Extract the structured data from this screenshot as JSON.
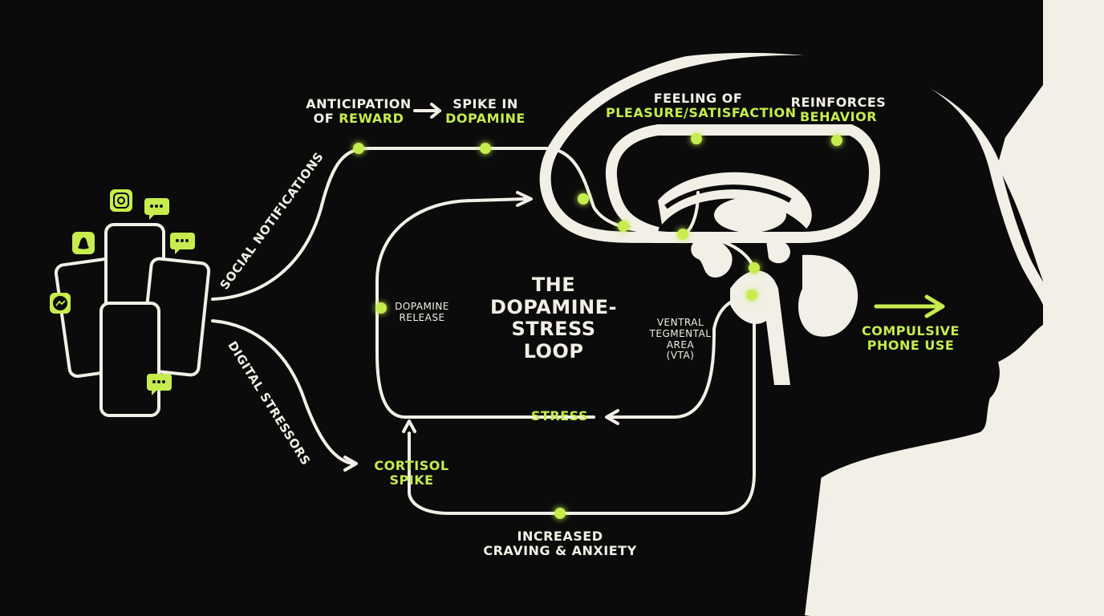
{
  "colors": {
    "background": "#0b0b0b",
    "line": "#f2efe6",
    "accent": "#c6ec4e"
  },
  "title": {
    "line1": "THE",
    "line2": "DOPAMINE-STRESS",
    "line3": "LOOP"
  },
  "paths": {
    "top": "SOCIAL NOTIFICATIONS",
    "bottom": "DIGITAL STRESSORS"
  },
  "nodes": {
    "anticipation": {
      "line1": "ANTICIPATION",
      "line2_prefix": "OF",
      "line2_accent": "REWARD"
    },
    "spike": {
      "line1": "SPIKE IN",
      "line2": "DOPAMINE"
    },
    "feeling": {
      "line1": "FEELING OF",
      "line2": "PLEASURE/SATISFACTION"
    },
    "reinforces": {
      "line1": "REINFORCES",
      "line2": "BEHAVIOR"
    },
    "dopamine_release": {
      "line1": "DOPAMINE",
      "line2": "RELEASE"
    },
    "vta": {
      "line1": "VENTRAL",
      "line2": "TEGMENTAL",
      "line3": "AREA",
      "line4": "(VTA)"
    },
    "stress": "STRESS",
    "cortisol": {
      "line1": "CORTISOL",
      "line2": "SPIKE"
    },
    "craving": {
      "line1": "INCREASED",
      "line2": "CRAVING & ANXIETY"
    },
    "compulsive": {
      "line1": "COMPULSIVE",
      "line2": "PHONE USE"
    }
  },
  "icons": [
    "phone-stack-icon",
    "instagram-icon",
    "snapchat-icon",
    "messenger-icon",
    "chat-bubble-icon",
    "head-silhouette-icon",
    "brain-icon"
  ]
}
